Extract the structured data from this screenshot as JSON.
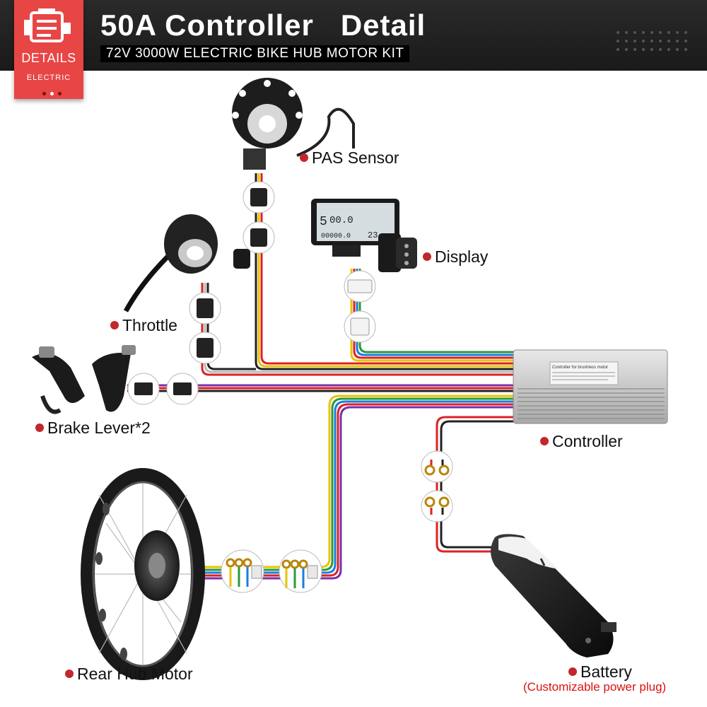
{
  "header": {
    "title": "50A Controller   Detail",
    "subtitle": "72V 3000W ELECTRIC BIKE HUB MOTOR KIT",
    "badge_title": "DETAILS",
    "badge_subtitle": "ELECTRIC",
    "badge_icon": "engine-icon"
  },
  "components": {
    "pas_sensor": "PAS Sensor",
    "display": "Display",
    "throttle": "Throttle",
    "brake_lever": "Brake Lever*2",
    "controller": "Controller",
    "rear_hub_motor": "Rear Hub Motor",
    "battery": "Battery",
    "battery_note": "(Customizable power plug)"
  },
  "display_screen": {
    "readout_speed": "00.0",
    "readout_odo": "00000.0",
    "readout_temp": "23",
    "readout_level": "5"
  },
  "controller_label": "Controller for brushless motor",
  "colors": {
    "header_bg": "#1e1e1e",
    "badge": "#e84545",
    "label_dot": "#c0282b",
    "note": "#dd1111"
  }
}
